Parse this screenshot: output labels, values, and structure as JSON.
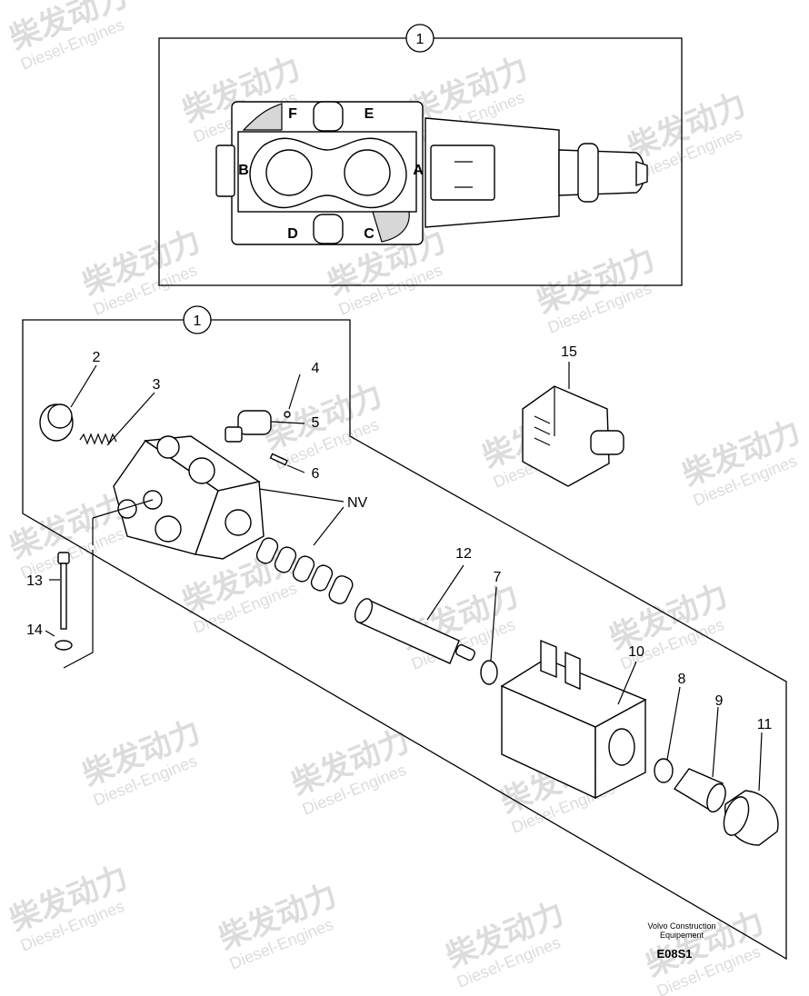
{
  "watermark": {
    "brand": "柴发动力",
    "sub": "Diesel-Engines",
    "color": "#d9d9d9"
  },
  "callouts": {
    "top_assembly": "1",
    "exploded_assembly": "1",
    "p2": "2",
    "p3": "3",
    "p4": "4",
    "p5": "5",
    "p6": "6",
    "nv": "NV",
    "p7": "7",
    "p8": "8",
    "p9": "9",
    "p10": "10",
    "p11": "11",
    "p12": "12",
    "p13": "13",
    "p14": "14",
    "p15": "15"
  },
  "ports": {
    "a": "A",
    "b": "B",
    "c": "C",
    "d": "D",
    "e": "E",
    "f": "F"
  },
  "footer": {
    "company_line1": "Volvo Construction",
    "company_line2": "Equipement",
    "drawing_code": "E08S1"
  }
}
